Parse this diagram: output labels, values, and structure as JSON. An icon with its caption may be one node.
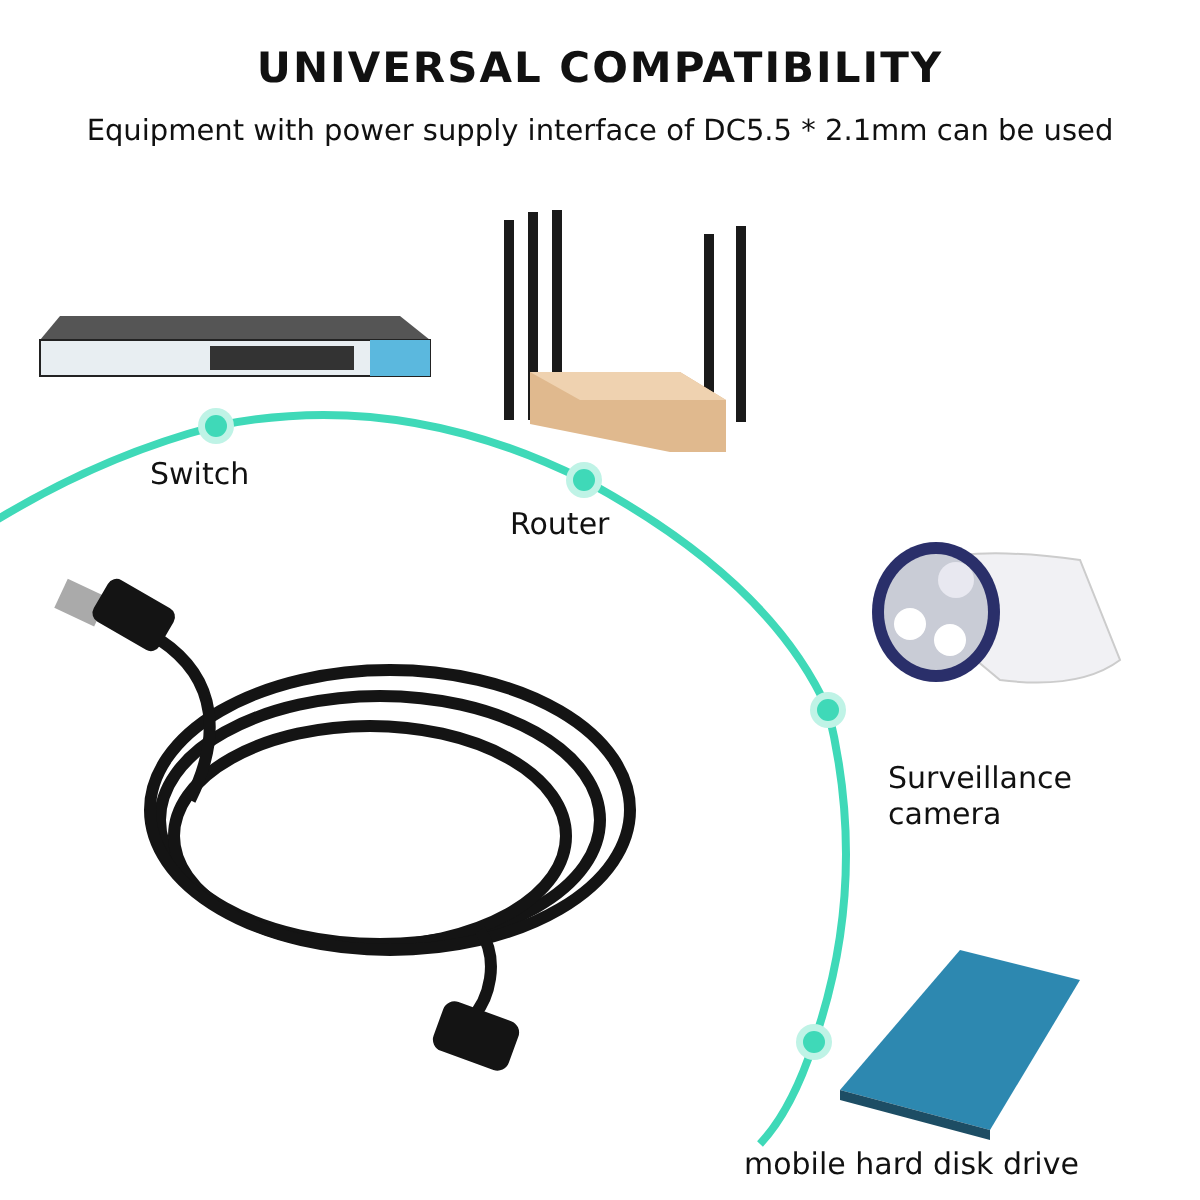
{
  "diagram": {
    "title": "UNIVERSAL COMPATIBILITY",
    "labels": [
      "Equipment with power supply interface of DC5.5 * 2.1mm can be used",
      "Switch",
      "Router",
      "Surveillance camera",
      "mobile hard disk drive"
    ]
  }
}
